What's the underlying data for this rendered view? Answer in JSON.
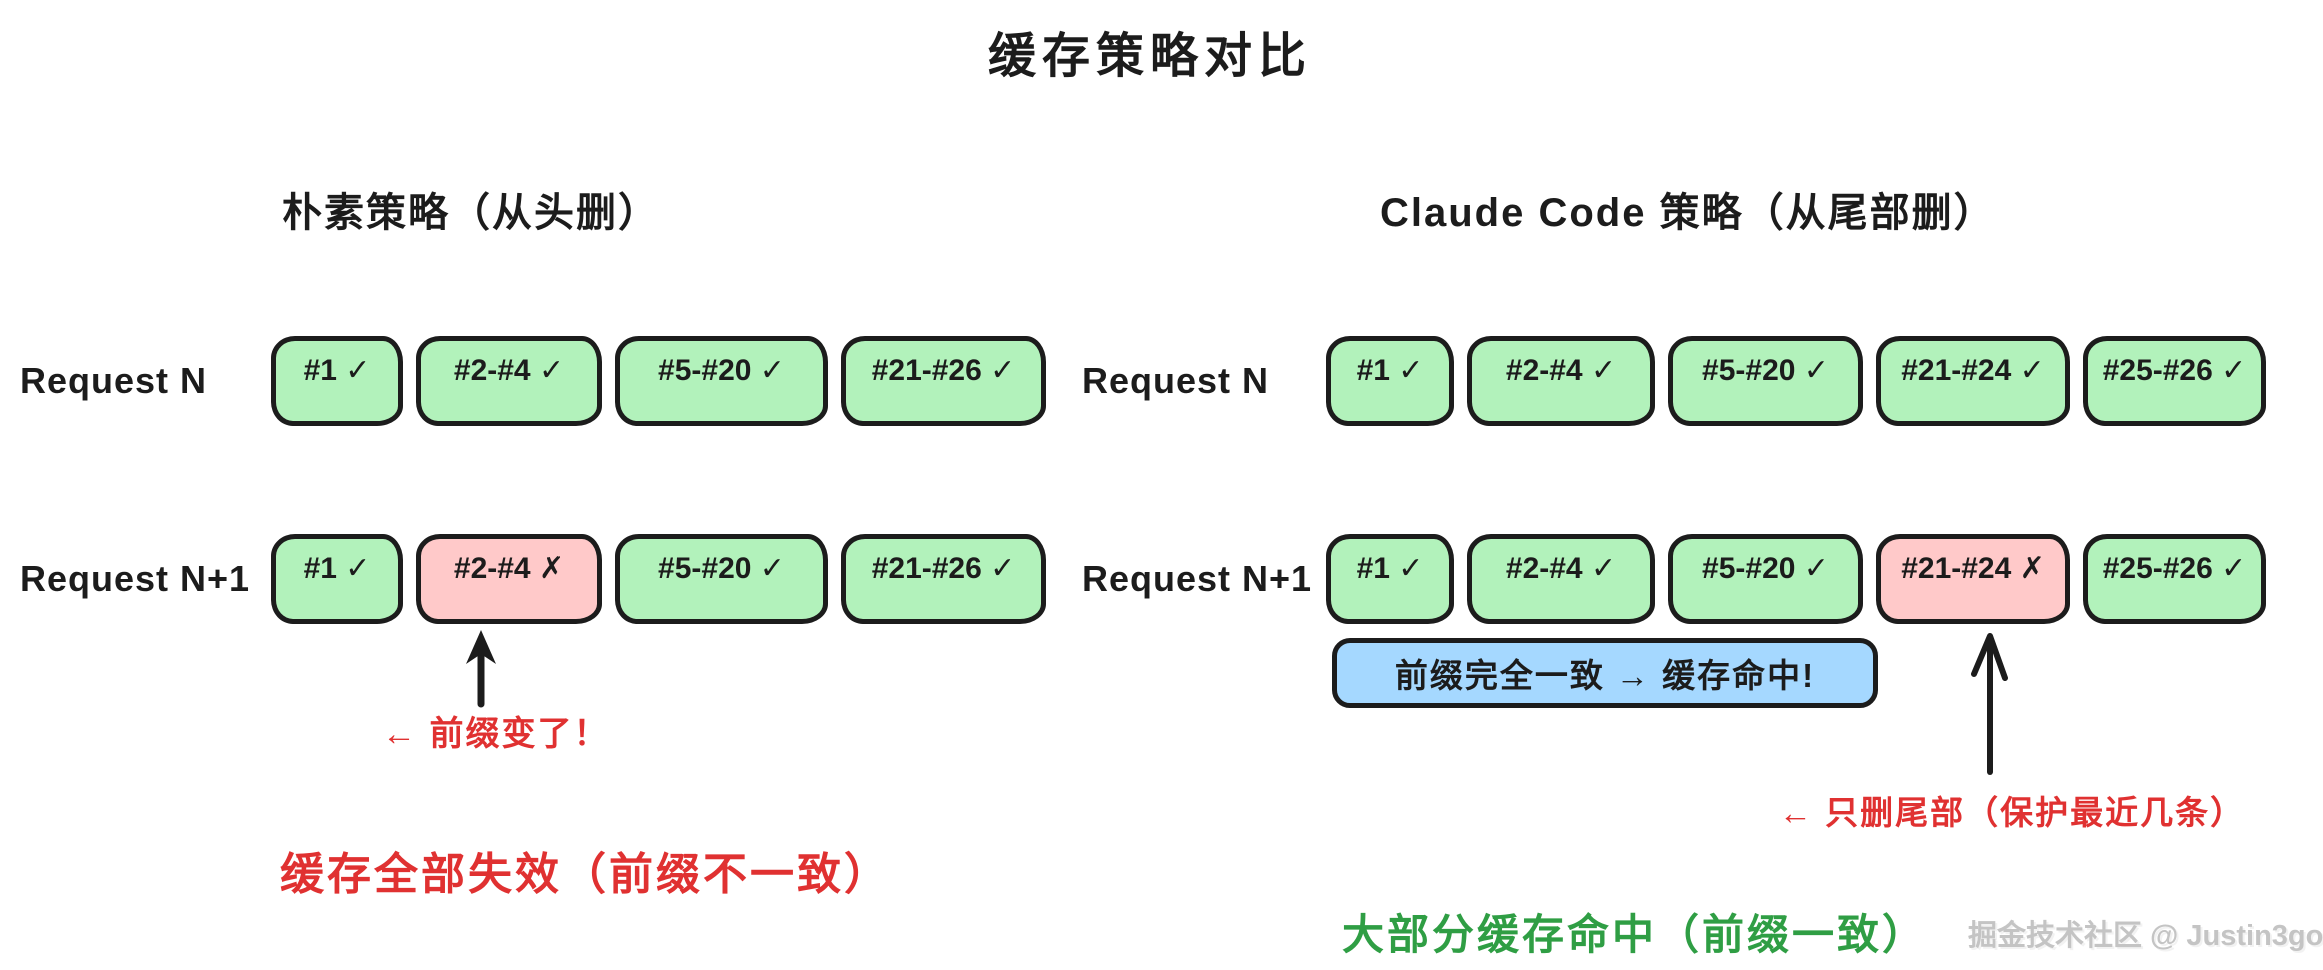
{
  "title": "缓存策略对比",
  "colors": {
    "hit_fill": "#b2f2bb",
    "miss_fill": "#ffc9c9",
    "banner_fill": "#a5d8ff",
    "stroke": "#1c1c1c",
    "bad_text": "#e03131",
    "good_text": "#2f9e44"
  },
  "left": {
    "heading": "朴素策略（从头删）",
    "rows": [
      {
        "label": "Request N",
        "items": [
          {
            "text": "#1 ✓"
          },
          {
            "text": "#2-#4 ✓"
          },
          {
            "text": "#5-#20 ✓"
          },
          {
            "text": "#21-#26 ✓"
          }
        ]
      },
      {
        "label": "Request N+1",
        "items": [
          {
            "text": "#1 ✓"
          },
          {
            "text": "#2-#4 ✗"
          },
          {
            "text": "#5-#20 ✓"
          },
          {
            "text": "#21-#26 ✓"
          }
        ]
      }
    ],
    "arrow_note": "← 前缀变了！",
    "summary": "缓存全部失效（前缀不一致）"
  },
  "right": {
    "heading": "Claude Code 策略（从尾部删）",
    "rows": [
      {
        "label": "Request N",
        "items": [
          {
            "text": "#1 ✓"
          },
          {
            "text": "#2-#4 ✓"
          },
          {
            "text": "#5-#20 ✓"
          },
          {
            "text": "#21-#24 ✓"
          },
          {
            "text": "#25-#26 ✓"
          }
        ]
      },
      {
        "label": "Request N+1",
        "items": [
          {
            "text": "#1 ✓"
          },
          {
            "text": "#2-#4 ✓"
          },
          {
            "text": "#5-#20 ✓"
          },
          {
            "text": "#21-#24 ✗"
          },
          {
            "text": "#25-#26 ✓"
          }
        ]
      }
    ],
    "banner": "前缀完全一致 → 缓存命中!",
    "arrow_note": "← 只删尾部（保护最近几条）",
    "summary": "大部分缓存命中（前缀一致）"
  },
  "watermark": "掘金技术社区 @ Justin3go"
}
